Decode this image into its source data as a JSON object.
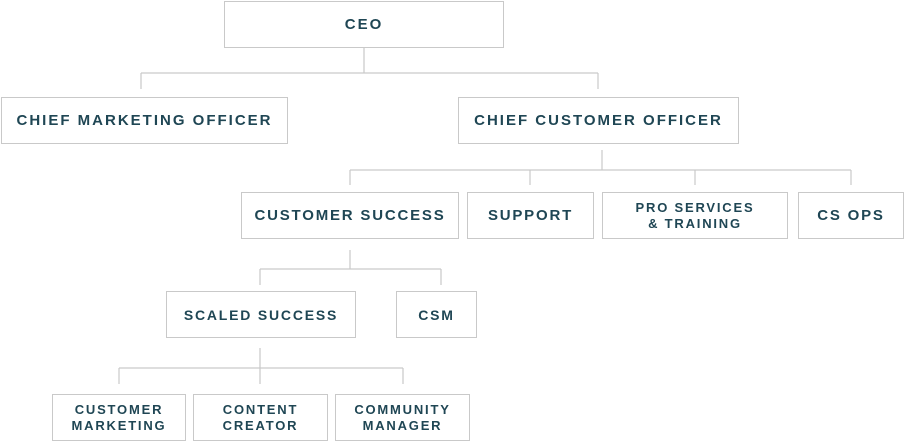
{
  "org_chart": {
    "ceo": "CEO",
    "cmo": "CHIEF MARKETING OFFICER",
    "cco": "CHIEF CUSTOMER OFFICER",
    "customer_success": "CUSTOMER SUCCESS",
    "support": "SUPPORT",
    "pro_services": "PRO SERVICES\n& TRAINING",
    "cs_ops": "CS OPS",
    "scaled_success": "SCALED SUCCESS",
    "csm": "CSM",
    "customer_marketing": "CUSTOMER\nMARKETING",
    "content_creator": "CONTENT\nCREATOR",
    "community_manager": "COMMUNITY\nMANAGER"
  },
  "colors": {
    "text": "#1f4654",
    "border": "#c9c9c9",
    "connector": "#c9c9c9"
  }
}
